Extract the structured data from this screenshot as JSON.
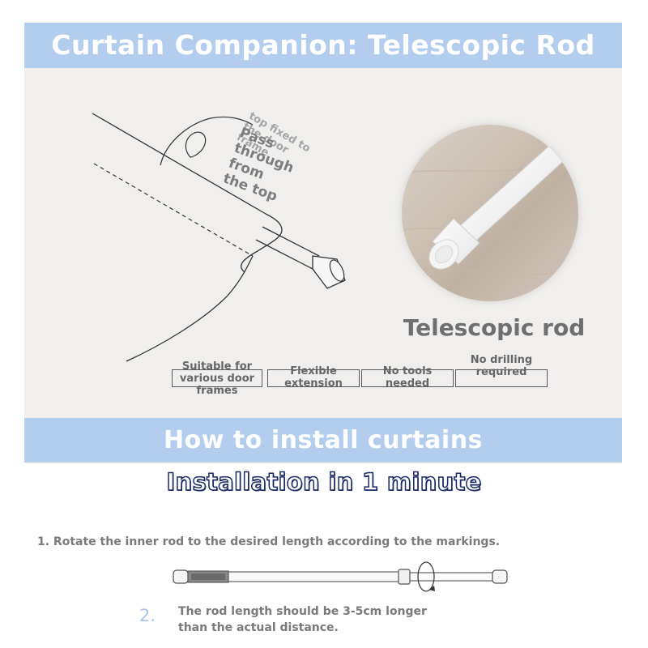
{
  "header": {
    "title": "Curtain Companion: Telescopic Rod"
  },
  "diagram": {
    "callout_top": "top fixed to the door frame",
    "callout_pass": "Pass through from the top"
  },
  "product": {
    "label": "Telescopic rod"
  },
  "features": [
    {
      "label": "Suitable for various door frames"
    },
    {
      "label": "Flexible extension"
    },
    {
      "label": "No tools needed"
    },
    {
      "label": "No drilling required"
    }
  ],
  "section": {
    "title": "How to install curtains",
    "subtitle": "Installation in 1 minute"
  },
  "steps": [
    {
      "text": "1. Rotate the inner rod to the desired length according to the markings."
    },
    {
      "number": "2.",
      "text": "The rod length should be 3-5cm longer than the actual distance."
    }
  ],
  "colors": {
    "banner": "#b3cdef",
    "panel": "#f0efed",
    "title_outline": "#1a2a66",
    "step_number": "#a6c4ee"
  }
}
